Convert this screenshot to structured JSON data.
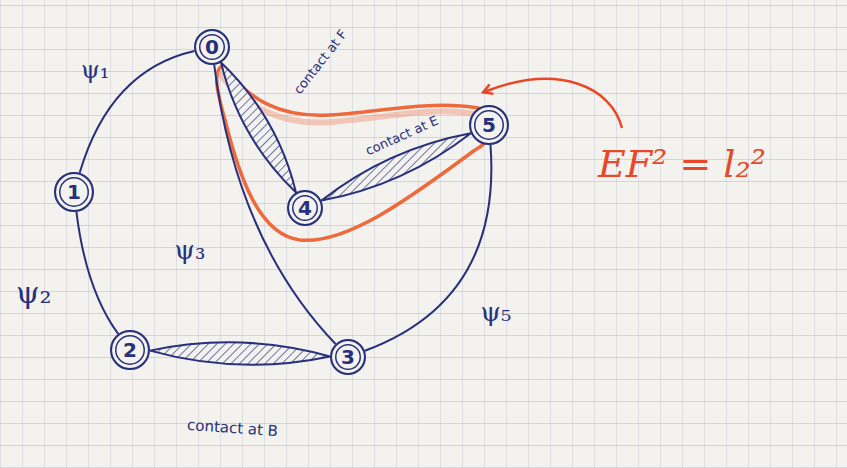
{
  "diagram": {
    "nodes": [
      {
        "text": [
          "0"
        ]
      },
      {
        "text": [
          "1"
        ]
      },
      {
        "text": [
          "2"
        ]
      },
      {
        "text": [
          "3"
        ]
      },
      {
        "text": [
          "4"
        ]
      },
      {
        "text": [
          "5"
        ]
      }
    ],
    "edges": [
      {
        "from": 0,
        "to": 1,
        "arrow": "none",
        "label": "ψ₁"
      },
      {
        "from": 1,
        "to": 2,
        "arrow": "none",
        "label": "ψ₂"
      },
      {
        "from": 0,
        "to": 3,
        "arrow": "none",
        "label": "ψ₃"
      },
      {
        "from": 5,
        "to": 3,
        "arrow": "none",
        "label": "ψ₅"
      },
      {
        "from": 0,
        "to": 4,
        "arrow": "none",
        "label": "contact at F"
      },
      {
        "from": 4,
        "to": 5,
        "arrow": "none",
        "label": "contact at E"
      },
      {
        "from": 2,
        "to": 3,
        "arrow": "none",
        "label": "contact at B"
      }
    ],
    "labels": [
      "EF² = l₂²"
    ]
  }
}
